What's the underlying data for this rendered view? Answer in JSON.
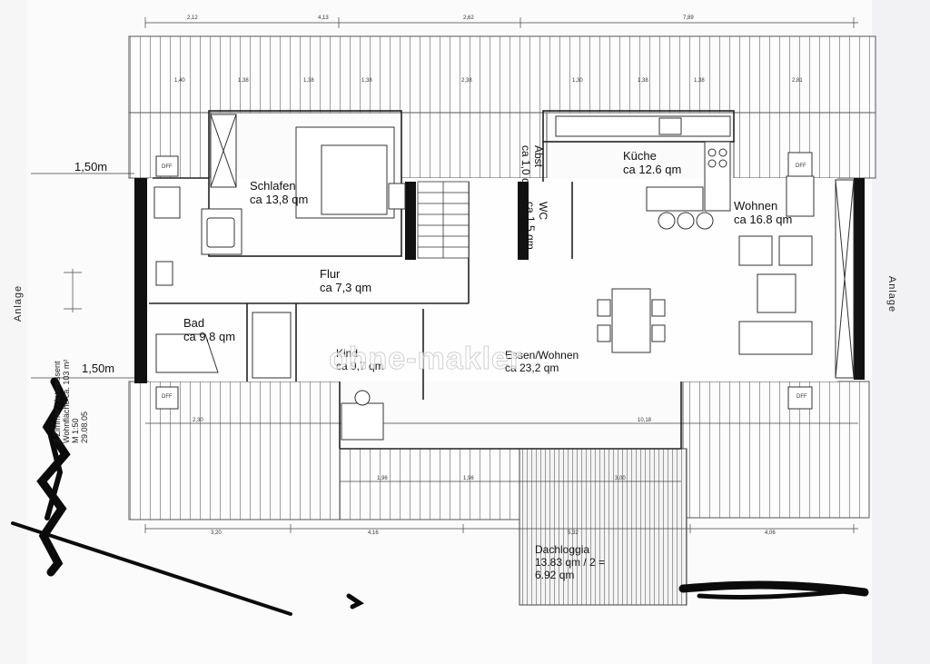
{
  "rooms": {
    "schlafen": {
      "name": "Schlafen",
      "area": "ca 13,8 qm"
    },
    "flur": {
      "name": "Flur",
      "area": "ca 7,3 qm"
    },
    "bad": {
      "name": "Bad",
      "area": "ca 9,8 qm"
    },
    "kind": {
      "name": "Kind",
      "area": "ca 9,7 qm"
    },
    "essen": {
      "name": "Essen/Wohnen",
      "area": "ca 23,2 qm"
    },
    "kueche": {
      "name": "Küche",
      "area": "ca 12.6 qm"
    },
    "wohnen": {
      "name": "Wohnen",
      "area": "ca 16.8 qm"
    },
    "abst": {
      "name": "Abst",
      "area": "ca 1,0 qm"
    },
    "wc": {
      "name": "WC",
      "area": "ca 1,5 qm"
    },
    "loggia": {
      "line1": "Dachloggia",
      "line2": "13.83 qm / 2 =",
      "line3": "6.92 qm"
    }
  },
  "heights": {
    "upper": "1,50m",
    "lower": "1,50m"
  },
  "side_labels": {
    "left": "Anlage",
    "right": "Anlage"
  },
  "watermark": "ohne-makler",
  "meta": {
    "line1": "3 Zimmer - Interessent",
    "line2": "Wohnfläche ca. 103 m²",
    "line3": "M 1:50",
    "line4": "29.08.05"
  },
  "dims": {
    "top": [
      "2,12",
      "4,13",
      "2,62",
      "7,89"
    ],
    "top2": [
      "1,40",
      "1,38",
      "1,38",
      "1,38",
      "2,38",
      "1,30",
      "1,38",
      "1,38",
      "2,81"
    ],
    "bottom": [
      "3,20",
      "4,16",
      "5,32",
      "4,06"
    ],
    "mid": [
      "2,30",
      "10,18",
      "1,96",
      "1,96",
      "3,00"
    ],
    "dff": "DFF"
  }
}
